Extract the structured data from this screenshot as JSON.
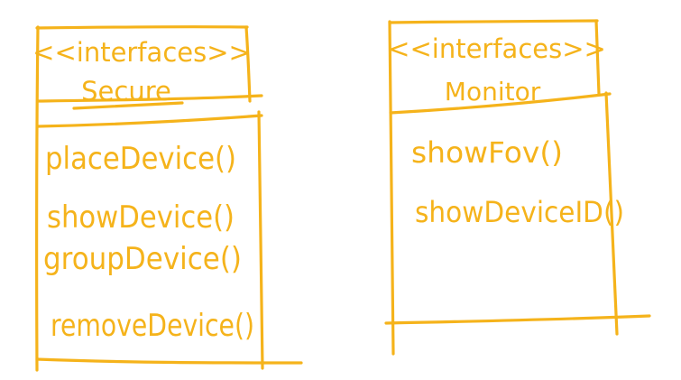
{
  "ink_color": "#F5B31B",
  "background_color": "#FFFFFF",
  "interfaces": [
    {
      "stereotype": "<<interfaces>>",
      "name": "Secure",
      "methods": [
        "placeDevice()",
        "showDevice()",
        "groupDevice()",
        "removeDevice()"
      ]
    },
    {
      "stereotype": "<<interfaces>>",
      "name": "Monitor",
      "methods": [
        "showFov()",
        "showDeviceID()"
      ]
    }
  ]
}
